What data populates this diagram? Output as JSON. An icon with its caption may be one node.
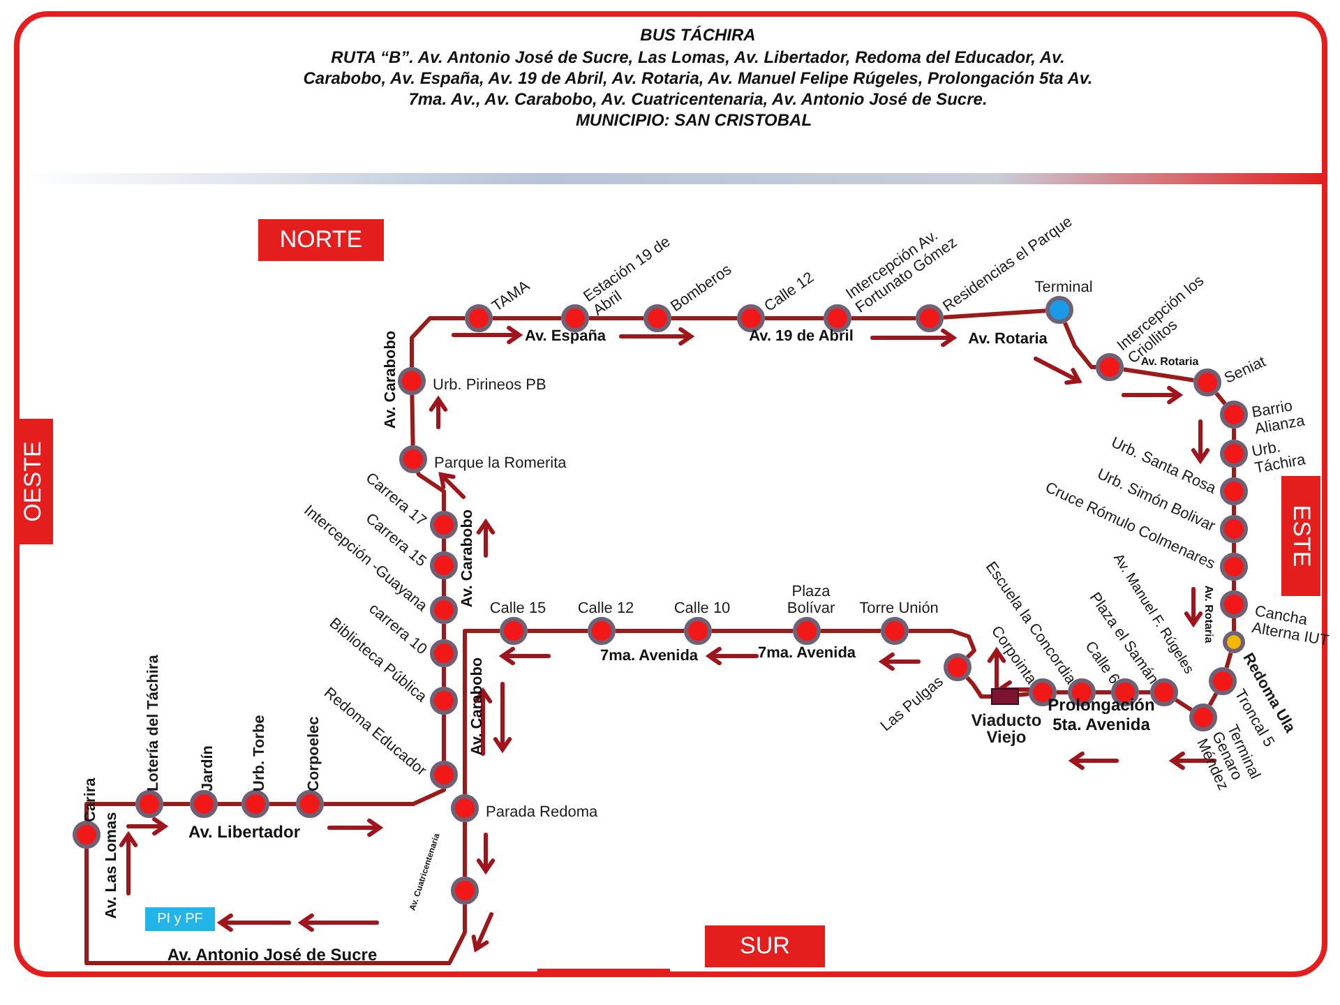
{
  "diagram": {
    "title": "BUS TÁCHIRA",
    "caption": "RUTA “B”. Av. Antonio José de Sucre, Las Lomas, Av. Libertador, Redoma del Educador, Av. Carabobo, Av. España, Av. 19 de Abril, Av. Rotaria, Av. Manuel Felipe Rúgeles, Prolongación 5ta Av. 7ma. Av., Av. Carabobo, Av. Cuatricentenaria, Av. Antonio José de Sucre.",
    "nodes": [
      {
        "text": [
          "NORTE"
        ]
      },
      {
        "text": [
          "OESTE"
        ]
      },
      {
        "text": [
          "ESTE"
        ]
      },
      {
        "text": [
          "SUR"
        ]
      },
      {
        "text": [
          "PI y PF"
        ]
      },
      {
        "text": [],
        "shape": "circle",
        "beside": [
          "Carira"
        ]
      },
      {
        "text": [],
        "shape": "circle",
        "beside": [
          "Lotería del Táchira"
        ]
      },
      {
        "text": [],
        "shape": "circle",
        "beside": [
          "Jardín"
        ]
      },
      {
        "text": [],
        "shape": "circle",
        "beside": [
          "Urb. Torbe"
        ]
      },
      {
        "text": [],
        "shape": "circle",
        "beside": [
          "Corpoelec"
        ]
      },
      {
        "text": [],
        "shape": "circle",
        "beside": [
          "Redoma Educador"
        ]
      },
      {
        "text": [],
        "shape": "circle",
        "beside": [
          "Biblioteca Pública"
        ]
      },
      {
        "text": [],
        "shape": "circle",
        "beside": [
          "carrera 10"
        ]
      },
      {
        "text": [],
        "shape": "circle",
        "beside": [
          "Intercepción -Guayana"
        ]
      },
      {
        "text": [],
        "shape": "circle",
        "beside": [
          "Carrera 15"
        ]
      },
      {
        "text": [],
        "shape": "circle",
        "beside": [
          "Carrera 17"
        ]
      },
      {
        "text": [],
        "shape": "circle",
        "beside": [
          "Parque la Romerita"
        ]
      },
      {
        "text": [],
        "shape": "circle",
        "beside": [
          "Urb. Pirineos PB"
        ]
      },
      {
        "text": [],
        "shape": "circle",
        "beside": [
          "TAMA"
        ]
      },
      {
        "text": [],
        "shape": "circle",
        "beside": [
          "Estación 19 de Abril"
        ]
      },
      {
        "text": [],
        "shape": "circle",
        "beside": [
          "Bomberos"
        ]
      },
      {
        "text": [],
        "shape": "circle",
        "beside": [
          "Calle 12"
        ]
      },
      {
        "text": [],
        "shape": "circle",
        "beside": [
          "Intercepción Av. Fortunato Gómez"
        ]
      },
      {
        "text": [],
        "shape": "circle",
        "beside": [
          "Residencias el Parque"
        ]
      },
      {
        "text": [],
        "shape": "circle",
        "beside": [
          "Terminal"
        ]
      },
      {
        "text": [],
        "shape": "circle",
        "beside": [
          "Intercepción los Criollitos"
        ]
      },
      {
        "text": [],
        "shape": "circle",
        "beside": [
          "Seniat"
        ]
      },
      {
        "text": [],
        "shape": "circle",
        "beside": [
          "Barrio Alianza"
        ]
      },
      {
        "text": [],
        "shape": "circle",
        "beside": [
          "Urb. Táchira"
        ]
      },
      {
        "text": [],
        "shape": "circle",
        "beside": [
          "Urb. Santa Rosa"
        ]
      },
      {
        "text": [],
        "shape": "circle",
        "beside": [
          "Urb. Simón Bolivar"
        ]
      },
      {
        "text": [],
        "shape": "circle",
        "beside": [
          "Cruce Rómulo Colmenares"
        ]
      },
      {
        "text": [],
        "shape": "circle",
        "beside": [
          "Cancha Alterna IUT"
        ]
      },
      {
        "text": [],
        "shape": "circle",
        "beside": [
          "Redoma Ula"
        ]
      },
      {
        "text": [],
        "shape": "circle",
        "beside": [
          "Troncal 5"
        ]
      },
      {
        "text": [],
        "shape": "circle",
        "beside": [
          "Terminal Genaro Méndez"
        ]
      },
      {
        "text": [],
        "shape": "circle",
        "beside": [
          "Plaza el Samán"
        ]
      },
      {
        "text": [],
        "shape": "circle",
        "beside": [
          "Calle 6"
        ]
      },
      {
        "text": [],
        "shape": "circle",
        "beside": [
          "Escuela la Concordia"
        ]
      },
      {
        "text": [],
        "shape": "circle",
        "beside": [
          "Corpointa"
        ]
      },
      {
        "text": [],
        "shape": "box",
        "beside": [
          "Viaducto Viejo"
        ]
      },
      {
        "text": [],
        "shape": "circle",
        "beside": [
          "Las Pulgas"
        ]
      },
      {
        "text": [],
        "shape": "circle",
        "beside": [
          "Torre Unión"
        ]
      },
      {
        "text": [],
        "shape": "circle",
        "beside": [
          "Plaza Bolívar"
        ]
      },
      {
        "text": [],
        "shape": "circle",
        "beside": [
          "Calle 10"
        ]
      },
      {
        "text": [],
        "shape": "circle",
        "beside": [
          "Calle 12"
        ]
      },
      {
        "text": [],
        "shape": "circle",
        "beside": [
          "Calle 15"
        ]
      },
      {
        "text": [],
        "shape": "circle",
        "beside": [
          "Parada Redoma"
        ]
      },
      {
        "text": [],
        "shape": "circle"
      }
    ],
    "edges": [
      {
        "from": 5,
        "to": 6,
        "arrow": "none"
      },
      {
        "from": 6,
        "to": 7,
        "arrow": "none"
      },
      {
        "from": 7,
        "to": 8,
        "arrow": "none"
      },
      {
        "from": 8,
        "to": 9,
        "arrow": "none"
      },
      {
        "from": 9,
        "to": 10,
        "arrow": "none"
      },
      {
        "from": 10,
        "to": 11,
        "arrow": "none"
      },
      {
        "from": 11,
        "to": 12,
        "arrow": "none"
      },
      {
        "from": 12,
        "to": 13,
        "arrow": "none"
      },
      {
        "from": 13,
        "to": 14,
        "arrow": "none"
      },
      {
        "from": 14,
        "to": 15,
        "arrow": "none"
      },
      {
        "from": 15,
        "to": 16,
        "arrow": "none"
      },
      {
        "from": 16,
        "to": 17,
        "arrow": "none"
      },
      {
        "from": 17,
        "to": 18,
        "arrow": "none"
      },
      {
        "from": 18,
        "to": 19,
        "arrow": "none"
      },
      {
        "from": 19,
        "to": 20,
        "arrow": "none"
      },
      {
        "from": 20,
        "to": 21,
        "arrow": "none"
      },
      {
        "from": 21,
        "to": 22,
        "arrow": "none"
      },
      {
        "from": 22,
        "to": 23,
        "arrow": "none"
      },
      {
        "from": 23,
        "to": 24,
        "arrow": "none"
      },
      {
        "from": 24,
        "to": 25,
        "arrow": "none"
      },
      {
        "from": 25,
        "to": 26,
        "arrow": "none"
      },
      {
        "from": 26,
        "to": 27,
        "arrow": "none"
      },
      {
        "from": 27,
        "to": 28,
        "arrow": "none"
      },
      {
        "from": 28,
        "to": 29,
        "arrow": "none"
      },
      {
        "from": 29,
        "to": 30,
        "arrow": "none"
      },
      {
        "from": 30,
        "to": 31,
        "arrow": "none"
      },
      {
        "from": 31,
        "to": 32,
        "arrow": "none"
      },
      {
        "from": 32,
        "to": 33,
        "arrow": "none"
      },
      {
        "from": 33,
        "to": 34,
        "arrow": "none"
      },
      {
        "from": 34,
        "to": 35,
        "arrow": "none"
      },
      {
        "from": 35,
        "to": 36,
        "arrow": "none"
      },
      {
        "from": 36,
        "to": 37,
        "arrow": "none"
      },
      {
        "from": 37,
        "to": 38,
        "arrow": "none"
      },
      {
        "from": 38,
        "to": 39,
        "arrow": "none"
      },
      {
        "from": 39,
        "to": 40,
        "arrow": "none"
      },
      {
        "from": 40,
        "to": 41,
        "arrow": "none"
      },
      {
        "from": 41,
        "to": 42,
        "arrow": "none"
      },
      {
        "from": 42,
        "to": 43,
        "arrow": "none"
      },
      {
        "from": 43,
        "to": 44,
        "arrow": "none"
      },
      {
        "from": 44,
        "to": 45,
        "arrow": "none"
      },
      {
        "from": 45,
        "to": 46,
        "arrow": "none"
      },
      {
        "from": 46,
        "to": 47,
        "arrow": "none"
      },
      {
        "from": 47,
        "to": 48,
        "arrow": "none"
      },
      {
        "from": 48,
        "to": 5,
        "arrow": "none"
      }
    ],
    "labels": [
      "MUNICIPIO: SAN CRISTOBAL",
      "Av. España",
      "Av. 19 de Abril",
      "Av. Rotaria",
      "Av. Rotaria",
      "Av. Carabobo",
      "Av. Carabobo",
      "Av. Rotaria",
      "7ma. Avenida",
      "7ma. Avenida",
      "Av. Manuel F. Rúgeles",
      "Prolongación 5ta. Avenida",
      "Av. Carabobo",
      "Av. Libertador",
      "Av. Las Lomas",
      "Av. Cuatricentenaria",
      "Av. Antonio José de Sucre"
    ]
  }
}
